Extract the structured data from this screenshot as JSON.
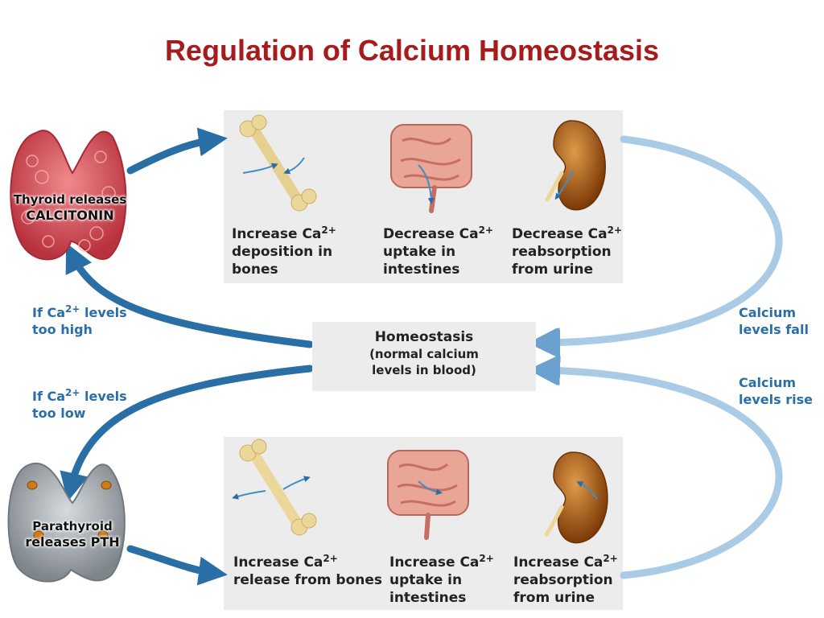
{
  "title": "Regulation of Calcium Homeostasis",
  "thyroid": {
    "line1": "Thyroid releases",
    "line2": "CALCITONIN"
  },
  "parathyroid": {
    "line1": "Parathyroid",
    "line2": "releases PTH"
  },
  "homeostasis": {
    "title": "Homeostasis",
    "line2": "(normal calcium",
    "line3": "levels in blood)"
  },
  "conditions": {
    "high_pre": "If Ca",
    "high_sup": "2+",
    "high_post": " levels",
    "high_line2": "too high",
    "low_pre": "If Ca",
    "low_sup": "2+",
    "low_post": " levels",
    "low_line2": "too low",
    "fall_line1": "Calcium",
    "fall_line2": "levels fall",
    "rise_line1": "Calcium",
    "rise_line2": "levels rise"
  },
  "top_effects": [
    {
      "pre": "Increase Ca",
      "sup": "2+",
      "line2": "deposition in",
      "line3": "bones"
    },
    {
      "pre": "Decrease Ca",
      "sup": "2+",
      "line2": "uptake in",
      "line3": "intestines"
    },
    {
      "pre": "Decrease Ca",
      "sup": "2+",
      "line2": "reabsorption",
      "line3": "from urine"
    }
  ],
  "bottom_effects": [
    {
      "pre": "Increase Ca",
      "sup": "2+",
      "line2": "release from bones",
      "line3": ""
    },
    {
      "pre": "Increase Ca",
      "sup": "2+",
      "line2": "uptake in",
      "line3": "intestines"
    },
    {
      "pre": "Increase Ca",
      "sup": "2+",
      "line2": "reabsorption",
      "line3": "from urine"
    }
  ],
  "colors": {
    "title": "#a61c1c",
    "arrow_dark": "#2a6ea6",
    "arrow_light": "#a9cbe6",
    "panel": "#ececec",
    "thyroid": "#d9575f",
    "parathyroid": "#9da3a8",
    "kidney": "#a8570f",
    "bone": "#ecd79a",
    "intestine": "#e29a8e"
  },
  "icons": [
    "thyroid-gland-icon",
    "parathyroid-gland-icon",
    "bone-icon",
    "intestine-icon",
    "kidney-icon"
  ]
}
